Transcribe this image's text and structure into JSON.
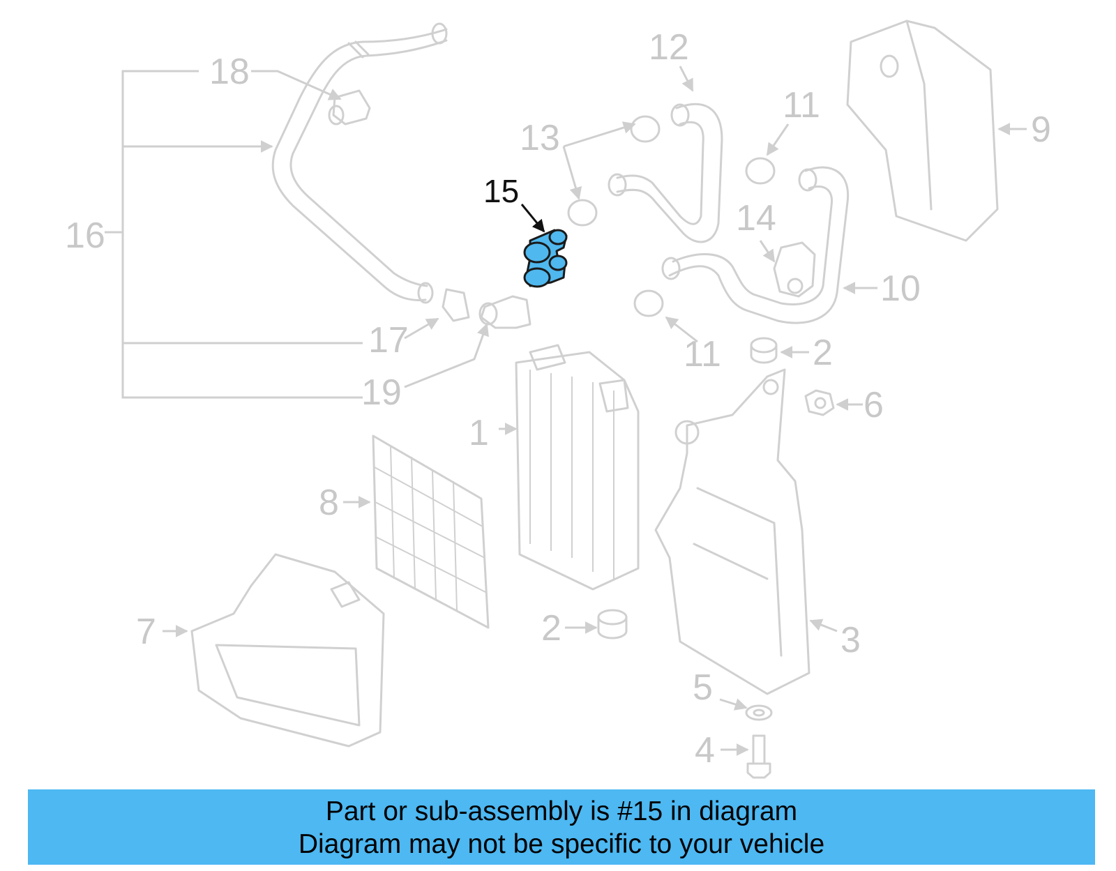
{
  "diagram": {
    "highlighted_part": "15",
    "callouts": {
      "c1": "1",
      "c2a": "2",
      "c2b": "2",
      "c3": "3",
      "c4": "4",
      "c5": "5",
      "c6": "6",
      "c7": "7",
      "c8": "8",
      "c9": "9",
      "c10": "10",
      "c11a": "11",
      "c11b": "11",
      "c12": "12",
      "c13": "13",
      "c14": "14",
      "c15": "15",
      "c16": "16",
      "c17": "17",
      "c18": "18",
      "c19": "19"
    },
    "colors": {
      "highlight": "#4fb8ee",
      "parts": "#d0d0d0",
      "banner": "#4db8f2"
    }
  },
  "banner": {
    "line1": "Part or sub-assembly is #15 in diagram",
    "line2": "Diagram may not be specific to your vehicle"
  }
}
